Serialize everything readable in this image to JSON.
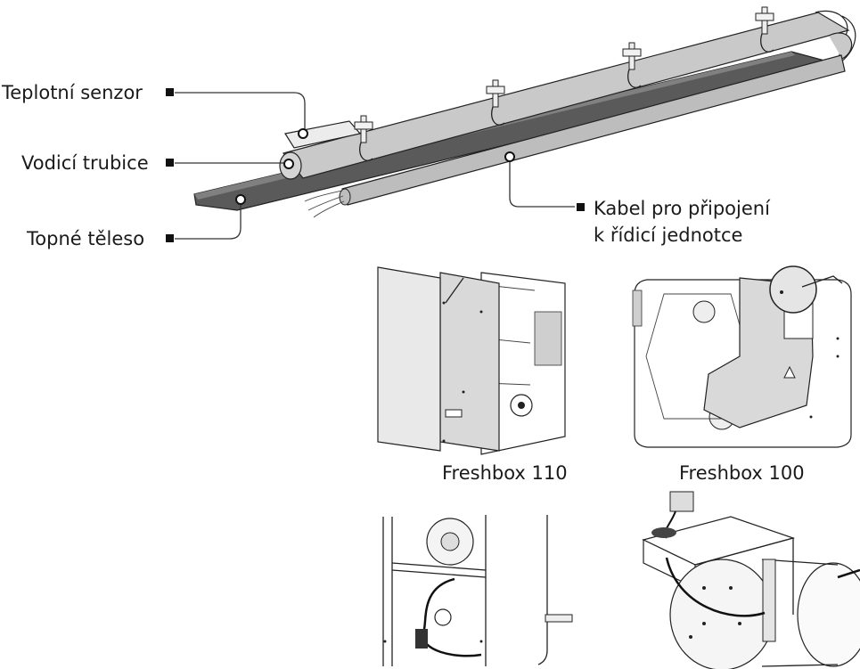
{
  "labels": {
    "sensor": "Teplotní senzor",
    "tube": "Vodicí trubice",
    "heater": "Topné těleso",
    "cable_line1": "Kabel pro připojení",
    "cable_line2": "k řídicí jednotce"
  },
  "captions": {
    "left": "Freshbox 110",
    "right": "Freshbox 100"
  },
  "colors": {
    "tube": "#c9c9c9",
    "heater": "#5a5a5a",
    "panel": "#e9e9e9"
  }
}
